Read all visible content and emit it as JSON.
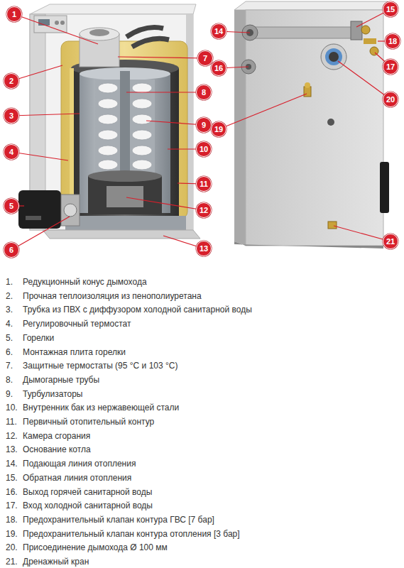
{
  "diagram": {
    "nodes": [
      {
        "text": [
          "1"
        ]
      },
      {
        "text": [
          "2"
        ]
      },
      {
        "text": [
          "3"
        ]
      },
      {
        "text": [
          "4"
        ]
      },
      {
        "text": [
          "5"
        ]
      },
      {
        "text": [
          "6"
        ]
      },
      {
        "text": [
          "7"
        ]
      },
      {
        "text": [
          "8"
        ]
      },
      {
        "text": [
          "9"
        ]
      },
      {
        "text": [
          "10"
        ]
      },
      {
        "text": [
          "11"
        ]
      },
      {
        "text": [
          "12"
        ]
      },
      {
        "text": [
          "13"
        ]
      },
      {
        "text": [
          "14"
        ]
      },
      {
        "text": [
          "15"
        ]
      },
      {
        "text": [
          "16"
        ]
      },
      {
        "text": [
          "17"
        ]
      },
      {
        "text": [
          "18"
        ]
      },
      {
        "text": [
          "19"
        ]
      },
      {
        "text": [
          "20"
        ]
      },
      {
        "text": [
          "21"
        ]
      }
    ],
    "labels": [
      "1.",
      "Редукционный конус дымохода",
      "2.",
      "Прочная теплоизоляция из пенополиуретана",
      "3.",
      "Трубка из ПВХ с диффузором холодной санитарной воды",
      "4.",
      "Регулировочный термостат",
      "5.",
      "Горелки",
      "6.",
      "Монтажная плита горелки",
      "7.",
      "Защитные термостаты (95 °C и 103 °C)",
      "8.",
      "Дымогарные трубы",
      "9.",
      "Турбулизаторы",
      "10.",
      "Внутренник бак из нержавеющей стали",
      "11.",
      "Первичный отопительный контур",
      "12.",
      "Камера сгорания",
      "13.",
      "Основание котла",
      "14.",
      "Подающая линия отопления",
      "15.",
      "Обратная линия отопления",
      "16.",
      "Выход горячей санитарной воды",
      "17.",
      "Вход холодной санитарной воды",
      "18.",
      "Предохранительный клапан контура ГВС [7 бар]",
      "19.",
      "Предохранительный клапан контура отопления [3 бар]",
      "20.",
      "Присоединение дымохода Ø 100 мм",
      "21.",
      "Дренажный кран"
    ]
  }
}
